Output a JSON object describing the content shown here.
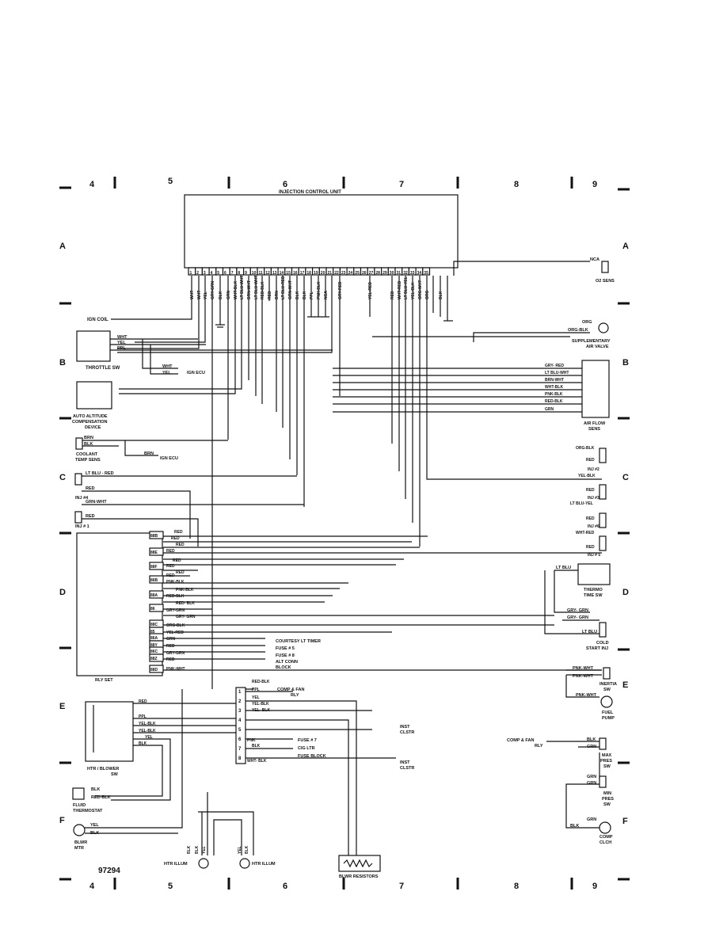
{
  "grid": {
    "top_numbers": [
      "4",
      "5",
      "6",
      "7",
      "8",
      "9"
    ],
    "bottom_numbers": [
      "4",
      "5",
      "6",
      "7",
      "8",
      "9"
    ],
    "left_letters": [
      "A",
      "B",
      "C",
      "D",
      "E",
      "F"
    ],
    "right_letters": [
      "A",
      "B",
      "C",
      "D",
      "E",
      "F"
    ]
  },
  "ecu": {
    "title": "INJECTION CONTROL UNIT",
    "pins": [
      "1",
      "2",
      "3",
      "4",
      "5",
      "6",
      "7",
      "8",
      "9",
      "10",
      "11",
      "12",
      "13",
      "14",
      "15",
      "16",
      "17",
      "18",
      "19",
      "20",
      "21",
      "22",
      "23",
      "24",
      "25",
      "26",
      "27",
      "28",
      "29",
      "30",
      "31",
      "32",
      "33",
      "34",
      "35"
    ],
    "wires": [
      "WHT",
      "WHT",
      "YEL",
      "GRY-GRN",
      "BLK",
      "GRN",
      "WHT-BLK",
      "LT BLU-WHT",
      "BRN-WHT",
      "LT BLU-WHT",
      "RED-BLK",
      "RED",
      "BRN",
      "LT BLU-RED",
      "GRN-WHT",
      "BLK",
      "BLK",
      "PPL",
      "PNK-BLK",
      "NCA",
      "GRY-RED",
      "YEL-RED",
      "RED",
      "WHT-RED",
      "LT BLU-YEL",
      "YEL-BLK",
      "ORG-WHT",
      "ORG",
      "BLK"
    ]
  },
  "left_components": {
    "ign_coil": "IGN COIL",
    "throttle_sw": "THROTTLE SW",
    "throttle_wires": [
      "WHT",
      "YEL",
      "PPL"
    ],
    "ign_ecu_wires": [
      "WHT",
      "YEL"
    ],
    "ign_ecu": "IGN ECU",
    "auto_altitude": [
      "AUTO ALTITUDE",
      "COMPENSATION",
      "DEVICE"
    ],
    "coolant": [
      "COOLANT",
      "TEMP SENS"
    ],
    "coolant_wires": [
      "BRN",
      "BLK"
    ],
    "coolant_brn_ign": "BRN",
    "coolant_ign_ecu": "IGN ECU",
    "inj4": "INJ #4",
    "inj4_wires": [
      "LT BLU - RED",
      "RED"
    ],
    "inj1": "INJ # 1",
    "inj1_wires": [
      "GRN-WHT",
      "RED"
    ]
  },
  "rly_set": {
    "title": "RLY SET",
    "terminals": [
      "88B",
      "88E",
      "88F",
      "86B",
      "88A",
      "86",
      "88C",
      "85",
      "86A",
      "88Y",
      "86C",
      "88Z",
      "88D"
    ],
    "wires": [
      "RED",
      "RED",
      "RED",
      "RED",
      "RED",
      "RED",
      "RED",
      "RED",
      "PNK-BLK",
      "PNK-BLK",
      "RED-BLK",
      "RED- BLK",
      "GRY-GRN",
      "GRY- GRN",
      "ORG-BLK",
      "YEL-RED",
      "GRN",
      "RED",
      "GRY-GRN",
      "RED",
      "PNK-WHT"
    ],
    "outputs": [
      "COURTESY LT TIMER",
      "FUSE # 5",
      "FUSE # 8",
      "ALT CONN",
      "BLOCK"
    ]
  },
  "right_components": {
    "nca": "NCA",
    "o2": "O2 SENS",
    "supp_air_wires": [
      "ORG",
      "ORG-BLK"
    ],
    "supp_air": [
      "SUPPLEMENTARY",
      "AIR VALVE"
    ],
    "air_flow_wires": [
      "GRY- RED",
      "LT BLU-WHT",
      "BRN-WHT",
      "WHT-BLK",
      "PNK-BLK",
      "RED-BLK",
      "GRN"
    ],
    "air_flow": [
      "AIR FLOW",
      "SENS"
    ],
    "inj_wires": [
      "ORG-BLK",
      "RED",
      "INJ #2",
      "YEL-BLK",
      "RED",
      "INJ #3",
      "LT BLU-YEL",
      "RED",
      "INJ #6",
      "WHT-RED",
      "RED",
      "INJ # 5"
    ],
    "thermo": [
      "THERMO",
      "TIME SW"
    ],
    "thermo_wire": "LT BLU",
    "cold_start_wires": [
      "GRY- GRN",
      "GRY- GRN",
      "LT BLU"
    ],
    "cold_start": [
      "COLD",
      "START INJ"
    ],
    "inertia_wires": [
      "PNK-WHT",
      "PNK-WHT",
      "PNK-WHT"
    ],
    "inertia": [
      "INERTIA",
      "SW"
    ],
    "fuel_pump": [
      "FUEL",
      "PUMP"
    ],
    "comp_fan_rly": [
      "COMP & FAN",
      "RLY"
    ],
    "max_pres_wires": [
      "BLK",
      "GRN"
    ],
    "max_pres": [
      "MAX",
      "PRES",
      "SW"
    ],
    "min_pres_wires": [
      "GRN",
      "GRN"
    ],
    "min_pres": [
      "MIN",
      "PRES",
      "SW"
    ],
    "comp_clch_wires": [
      "GRN",
      "BLK"
    ],
    "comp_clch": [
      "COMP",
      "CLCH"
    ]
  },
  "lower_components": {
    "htr_blower": [
      "HTR / BLOWER",
      "SW"
    ],
    "blower_wires": [
      "RED",
      "PPL",
      "YEL-BLK",
      "YEL-BLK",
      "YEL",
      "BLK"
    ],
    "fluid_thermo": [
      "FLUID",
      "THERMOSTAT"
    ],
    "fluid_wires": [
      "BLK",
      "RED-BLK"
    ],
    "blwr_mtr": [
      "BLWR",
      "MTR"
    ],
    "blwr_wires": [
      "YEL",
      "BLK"
    ],
    "comp_fan_top": [
      "COMP & FAN",
      "RLY"
    ],
    "connector_pins": [
      "1",
      "2",
      "3",
      "4",
      "5",
      "6",
      "7",
      "8"
    ],
    "connector_wires": [
      "RED-BLK",
      "PPL",
      "YEL",
      "YEL-BLK",
      "YEL- BLK",
      "PNK",
      "BLK",
      "WHT- BLK"
    ],
    "connector_outputs": [
      "INST",
      "CLSTR",
      "FUSE # 7",
      "CIG LTR",
      "FUSE BLOCK",
      "INST",
      "CLSTR"
    ],
    "htr_illum_wires": [
      "BLK",
      "BLK",
      "YEL",
      "YEL",
      "BLK"
    ],
    "htr_illum": "HTR ILLUM",
    "blwr_resistors": "BLWR RESISTORS"
  },
  "footer_code": "97294"
}
